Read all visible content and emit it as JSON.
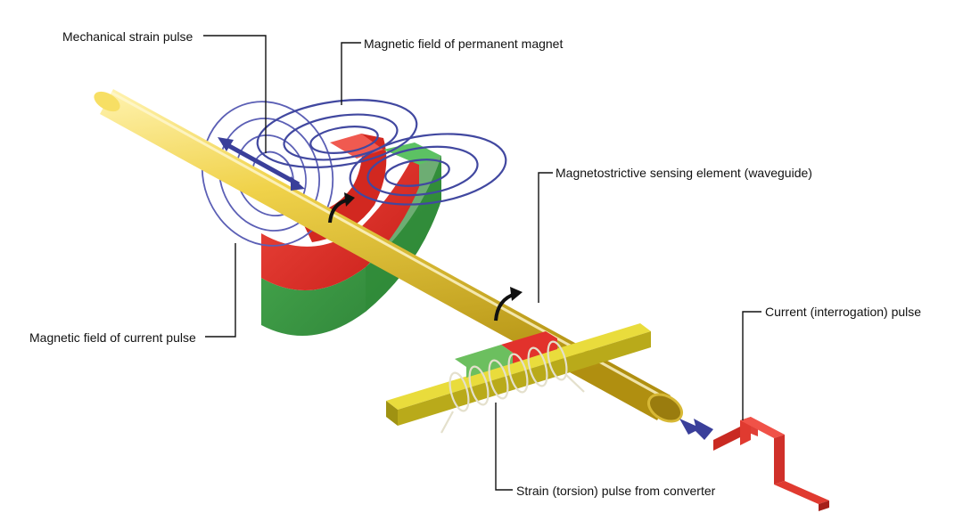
{
  "labels": {
    "mechanical_strain_pulse": "Mechanical strain pulse",
    "magnetic_field_permanent_magnet": "Magnetic field of permanent magnet",
    "waveguide": "Magnetostrictive sensing element (waveguide)",
    "current_pulse": "Current (interrogation) pulse",
    "magnetic_field_current_pulse": "Magnetic field of current pulse",
    "torsion_pulse": "Strain (torsion) pulse from converter"
  },
  "colors": {
    "waveguide": "#e8c53a",
    "magnet_red": "#e2322c",
    "magnet_green": "#3f9f48",
    "field_lines": "#4a4fa8",
    "arrow_blue": "#3a3f9a",
    "pulse_red": "#e03a30",
    "converter_bar": "#d8c829",
    "leader_lines": "#111111"
  }
}
